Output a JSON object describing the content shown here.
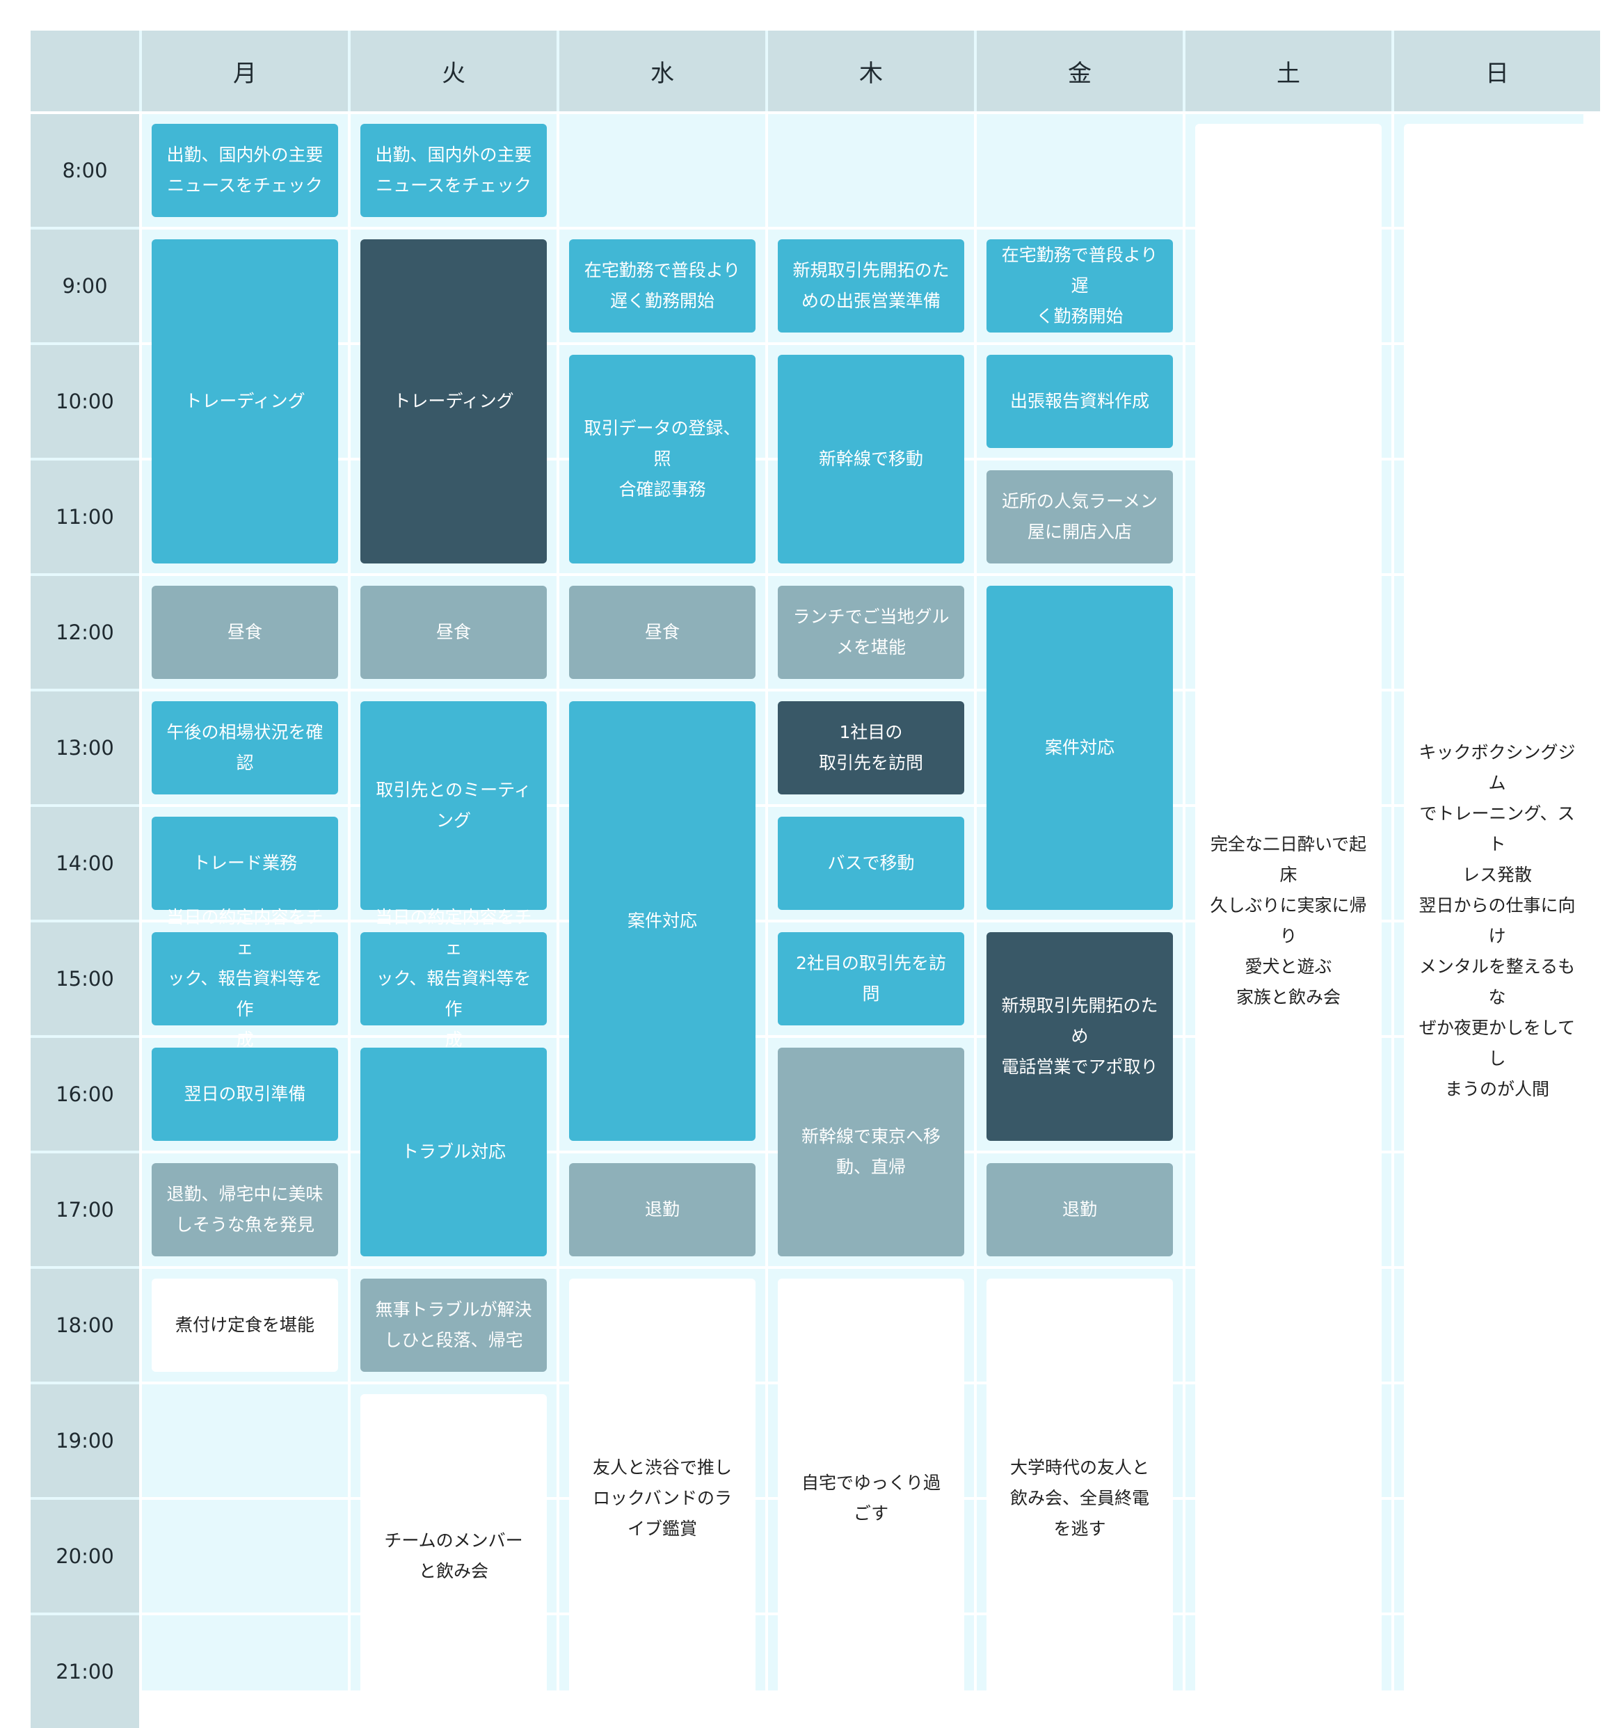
{
  "days": [
    "月",
    "火",
    "水",
    "木",
    "金",
    "土",
    "日"
  ],
  "times": [
    "8:00",
    "9:00",
    "10:00",
    "11:00",
    "12:00",
    "13:00",
    "14:00",
    "15:00",
    "16:00",
    "17:00",
    "18:00",
    "19:00",
    "20:00",
    "21:00"
  ],
  "colors": {
    "header": "#ccdfe3",
    "background": "#e6f9fd",
    "blue": "#41b7d5",
    "dark": "#395867",
    "gray": "#8eb0b9",
    "white": "#ffffff"
  },
  "events": [
    {
      "day": 0,
      "start": 0,
      "end": 1,
      "color": "blue",
      "text": "出勤、国内外の主要\nニュースをチェック"
    },
    {
      "day": 0,
      "start": 1,
      "end": 4,
      "color": "blue",
      "text": "トレーディング"
    },
    {
      "day": 0,
      "start": 4,
      "end": 5,
      "color": "gray",
      "text": "昼食"
    },
    {
      "day": 0,
      "start": 5,
      "end": 6,
      "color": "blue",
      "text": "午後の相場状況を確\n認"
    },
    {
      "day": 0,
      "start": 6,
      "end": 7,
      "color": "blue",
      "text": "トレード業務"
    },
    {
      "day": 0,
      "start": 7,
      "end": 8,
      "color": "blue",
      "text": "当日の約定内容をチェ\nック、報告資料等を作\n成"
    },
    {
      "day": 0,
      "start": 8,
      "end": 9,
      "color": "blue",
      "text": "翌日の取引準備"
    },
    {
      "day": 0,
      "start": 9,
      "end": 10,
      "color": "gray",
      "text": "退勤、帰宅中に美味\nしそうな魚を発見"
    },
    {
      "day": 0,
      "start": 10,
      "end": 11,
      "color": "white",
      "text": "煮付け定食を堪能"
    },
    {
      "day": 1,
      "start": 0,
      "end": 1,
      "color": "blue",
      "text": "出勤、国内外の主要\nニュースをチェック"
    },
    {
      "day": 1,
      "start": 1,
      "end": 4,
      "color": "dark",
      "text": "トレーディング"
    },
    {
      "day": 1,
      "start": 4,
      "end": 5,
      "color": "gray",
      "text": "昼食"
    },
    {
      "day": 1,
      "start": 5,
      "end": 7,
      "color": "blue",
      "text": "取引先とのミーティ\nング"
    },
    {
      "day": 1,
      "start": 7,
      "end": 8,
      "color": "blue",
      "text": "当日の約定内容をチェ\nック、報告資料等を作\n成"
    },
    {
      "day": 1,
      "start": 8,
      "end": 10,
      "color": "blue",
      "text": "トラブル対応"
    },
    {
      "day": 1,
      "start": 10,
      "end": 11,
      "color": "gray",
      "text": "無事トラブルが解決\nしひと段落、帰宅"
    },
    {
      "day": 1,
      "start": 11,
      "end": 14,
      "color": "white",
      "text": "チームのメンバー\nと飲み会"
    },
    {
      "day": 2,
      "start": 1,
      "end": 2,
      "color": "blue",
      "text": "在宅勤務で普段より\n遅く勤務開始"
    },
    {
      "day": 2,
      "start": 2,
      "end": 4,
      "color": "blue",
      "text": "取引データの登録、照\n合確認事務"
    },
    {
      "day": 2,
      "start": 4,
      "end": 5,
      "color": "gray",
      "text": "昼食"
    },
    {
      "day": 2,
      "start": 5,
      "end": 9,
      "color": "blue",
      "text": "案件対応"
    },
    {
      "day": 2,
      "start": 9,
      "end": 10,
      "color": "gray",
      "text": "退勤"
    },
    {
      "day": 2,
      "start": 10,
      "end": 14,
      "color": "white",
      "text": "友人と渋谷で推し\nロックバンドのラ\nイブ鑑賞"
    },
    {
      "day": 3,
      "start": 1,
      "end": 2,
      "color": "blue",
      "text": "新規取引先開拓のた\nめの出張営業準備"
    },
    {
      "day": 3,
      "start": 2,
      "end": 4,
      "color": "blue",
      "text": "新幹線で移動"
    },
    {
      "day": 3,
      "start": 4,
      "end": 5,
      "color": "gray",
      "text": "ランチでご当地グル\nメを堪能"
    },
    {
      "day": 3,
      "start": 5,
      "end": 6,
      "color": "dark",
      "text": "1社目の\n取引先を訪問"
    },
    {
      "day": 3,
      "start": 6,
      "end": 7,
      "color": "blue",
      "text": "バスで移動"
    },
    {
      "day": 3,
      "start": 7,
      "end": 8,
      "color": "blue",
      "text": "2社目の取引先を訪\n問"
    },
    {
      "day": 3,
      "start": 8,
      "end": 10,
      "color": "gray",
      "text": "新幹線で東京へ移\n動、直帰"
    },
    {
      "day": 3,
      "start": 10,
      "end": 14,
      "color": "white",
      "text": "自宅でゆっくり過\nごす"
    },
    {
      "day": 4,
      "start": 1,
      "end": 2,
      "color": "blue",
      "text": "在宅勤務で普段より遅\nく勤務開始"
    },
    {
      "day": 4,
      "start": 2,
      "end": 3,
      "color": "blue",
      "text": "出張報告資料作成"
    },
    {
      "day": 4,
      "start": 3,
      "end": 4,
      "color": "gray",
      "text": "近所の人気ラーメン\n屋に開店入店"
    },
    {
      "day": 4,
      "start": 4,
      "end": 7,
      "color": "blue",
      "text": "案件対応"
    },
    {
      "day": 4,
      "start": 7,
      "end": 9,
      "color": "dark",
      "text": "新規取引先開拓のため\n電話営業でアポ取り"
    },
    {
      "day": 4,
      "start": 9,
      "end": 10,
      "color": "gray",
      "text": "退勤"
    },
    {
      "day": 4,
      "start": 10,
      "end": 14,
      "color": "white",
      "text": "大学時代の友人と\n飲み会、全員終電\nを逃す"
    },
    {
      "day": 5,
      "start": 0,
      "end": 14,
      "color": "white",
      "text": "完全な二日酔いで起床\n久しぶりに実家に帰り\n愛犬と遊ぶ\n家族と飲み会"
    },
    {
      "day": 6,
      "start": 0,
      "end": 14,
      "color": "white",
      "text": "キックボクシングジム\nでトレーニング、スト\nレス発散\n翌日からの仕事に向け\nメンタルを整えるもな\nぜか夜更かしをしてし\nまうのが人間"
    }
  ]
}
